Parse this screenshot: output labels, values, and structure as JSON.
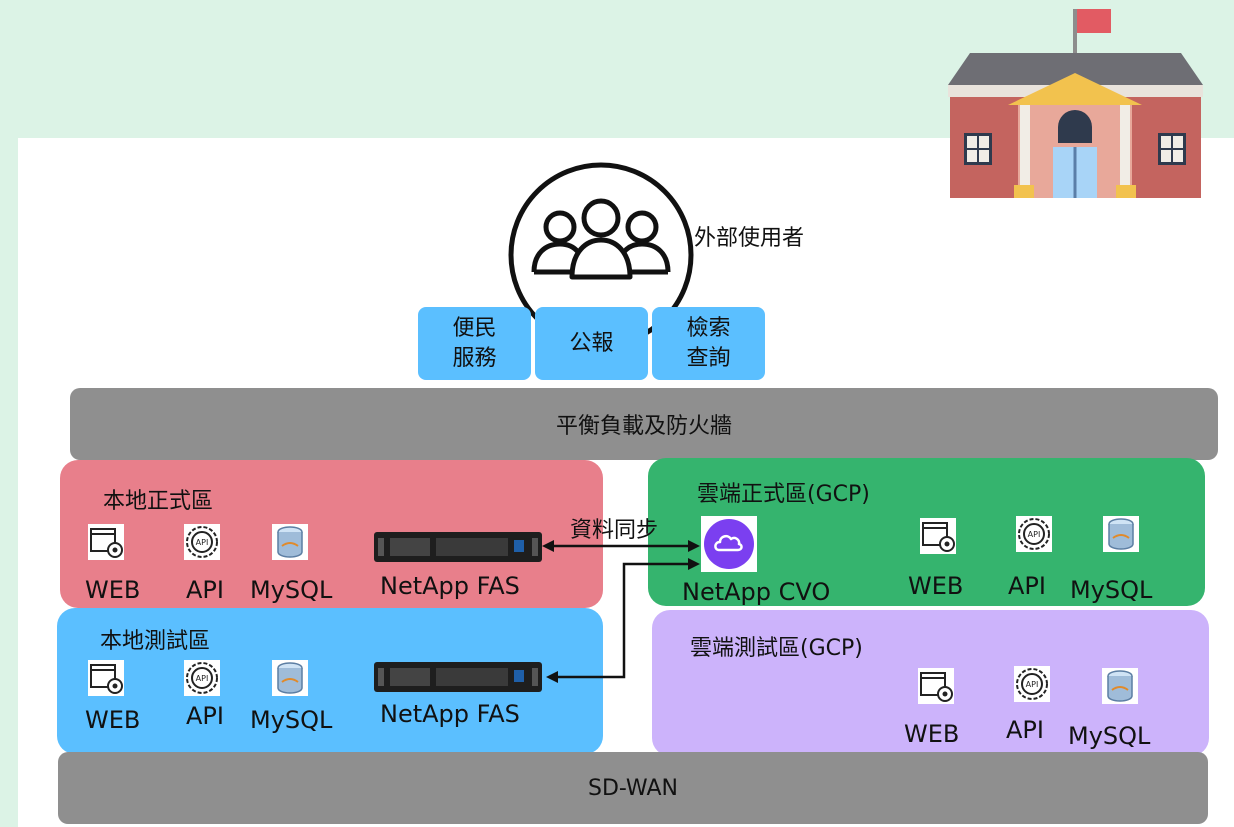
{
  "users": {
    "label": "外部使用者",
    "icon": "users-group-icon"
  },
  "services": [
    {
      "line1": "便民",
      "line2": "服務"
    },
    {
      "line1": "公報",
      "line2": ""
    },
    {
      "line1": "檢索",
      "line2": "查詢"
    }
  ],
  "firewall": {
    "label": "平衡負載及防火牆"
  },
  "zones": {
    "local_prod": {
      "title": "本地正式區",
      "web": "WEB",
      "api": "API",
      "mysql": "MySQL",
      "storage": "NetApp FAS",
      "color": "#e87f8b"
    },
    "local_test": {
      "title": "本地測試區",
      "web": "WEB",
      "api": "API",
      "mysql": "MySQL",
      "storage": "NetApp FAS",
      "color": "#5bbfff"
    },
    "cloud_prod": {
      "title": "雲端正式區(GCP)",
      "web": "WEB",
      "api": "API",
      "mysql": "MySQL",
      "storage": "NetApp CVO",
      "color": "#35b46e"
    },
    "cloud_test": {
      "title": "雲端測試區(GCP)",
      "web": "WEB",
      "api": "API",
      "mysql": "MySQL",
      "color": "#ccb3fb"
    }
  },
  "sync": {
    "label": "資料同步"
  },
  "sdwan": {
    "label": "SD-WAN"
  },
  "building": {
    "icon": "government-building-icon"
  }
}
